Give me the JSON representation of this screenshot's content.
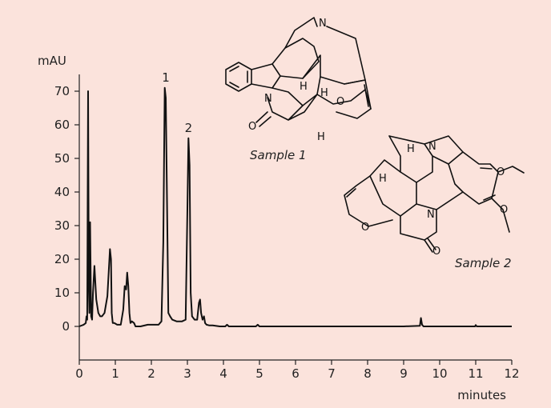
{
  "chart_data": {
    "type": "line",
    "title": "",
    "xlabel": "minutes",
    "ylabel": "mAU",
    "xlim": [
      0,
      12
    ],
    "ylim": [
      -10,
      75
    ],
    "x_ticks": [
      0,
      1,
      2,
      3,
      4,
      5,
      6,
      7,
      8,
      9,
      10,
      11,
      12
    ],
    "y_ticks": [
      0,
      10,
      20,
      30,
      40,
      50,
      60,
      70
    ],
    "grid": false,
    "series": [
      {
        "x": [
          0,
          0.12,
          0.18,
          0.2,
          0.22,
          0.245,
          0.265,
          0.28,
          0.3,
          0.33,
          0.355,
          0.38,
          0.42,
          0.47,
          0.53,
          0.58,
          0.63,
          0.7,
          0.78,
          0.85,
          0.88,
          0.9,
          0.93,
          0.97,
          1.05,
          1.15,
          1.22,
          1.26,
          1.3,
          1.33,
          1.36,
          1.39,
          1.42,
          1.46,
          1.52,
          1.56,
          1.62,
          1.7,
          1.9,
          2.1,
          2.2,
          2.28,
          2.33,
          2.37,
          2.4,
          2.43,
          2.47,
          2.52,
          2.58,
          2.7,
          2.85,
          2.95,
          3.0,
          3.03,
          3.06,
          3.09,
          3.13,
          3.2,
          3.27,
          3.32,
          3.35,
          3.38,
          3.42,
          3.46,
          3.49,
          3.53,
          3.6,
          3.7,
          3.9,
          4.05,
          4.1,
          4.15,
          4.3,
          4.9,
          4.95,
          5.0,
          5.5,
          6,
          7,
          8,
          9,
          9.45,
          9.48,
          9.51,
          9.55,
          9.7,
          10,
          10.98,
          11.0,
          11.03,
          11.5,
          12
        ],
        "y": [
          0,
          0.5,
          1,
          3,
          2,
          70,
          12,
          4,
          31,
          3,
          2,
          10,
          18,
          8,
          4,
          3,
          3,
          4,
          9,
          23,
          20,
          4,
          1,
          1,
          0.5,
          0.5,
          5,
          12,
          11,
          16,
          12,
          4,
          1,
          1.5,
          1,
          0,
          0,
          0,
          0.5,
          0.5,
          0.5,
          1.5,
          25,
          71,
          68,
          40,
          4,
          3,
          2,
          1.5,
          1.5,
          2,
          35,
          56,
          48,
          10,
          3,
          2,
          2,
          7,
          8,
          4,
          2,
          3,
          1,
          0.5,
          0.3,
          0.3,
          0,
          0,
          0.5,
          0,
          0,
          0,
          0.5,
          0,
          0,
          0,
          0,
          0,
          0,
          0.2,
          2.5,
          0.5,
          0,
          0,
          0,
          0,
          0.4,
          0,
          0,
          0
        ]
      }
    ],
    "peak_labels": [
      {
        "text": "1",
        "x": 2.4,
        "y": 71
      },
      {
        "text": "2",
        "x": 3.03,
        "y": 56
      }
    ],
    "annotations": [
      "Sample 1",
      "Sample 2"
    ]
  },
  "molecule1": {
    "atoms": {
      "n_top": "N",
      "n_mid": "N",
      "o_carbonyl": "O",
      "o_ring": "O",
      "h1": "H",
      "h2": "H",
      "h3": "H"
    }
  },
  "molecule2": {
    "atoms": {
      "n_top": "N",
      "n_mid": "N",
      "o_carbonyl": "O",
      "o_ring": "O",
      "o_meo1": "O",
      "o_meo2": "O",
      "h1": "H",
      "h2": "H"
    }
  },
  "colors": {
    "background": "#fbe3dc",
    "line": "#111111"
  }
}
